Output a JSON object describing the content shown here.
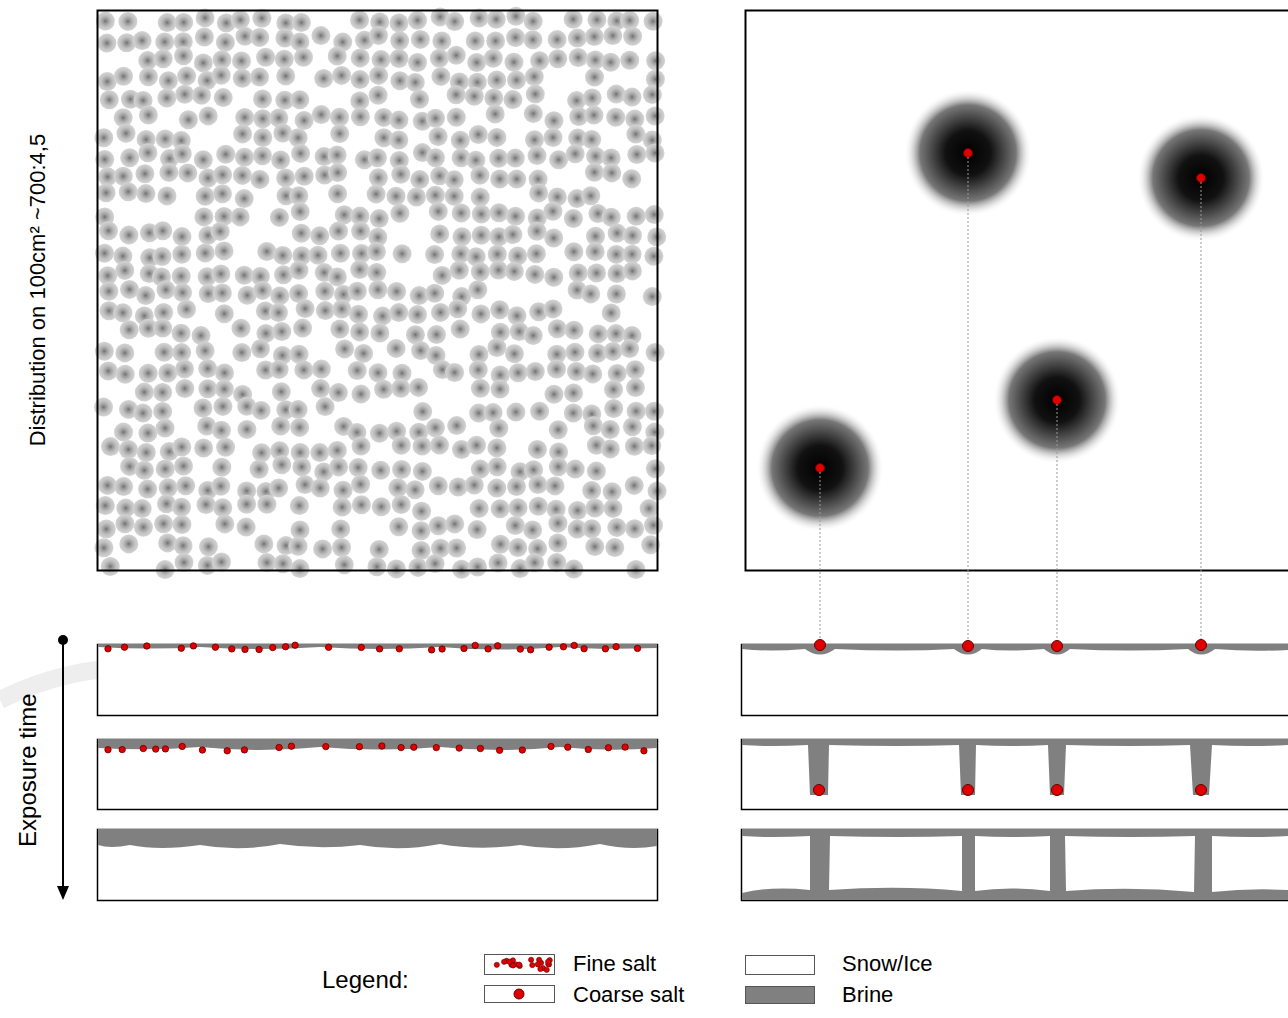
{
  "diagram": {
    "labels": [
      "Distribution on 100cm² ~700:4,5",
      "Exposure time",
      "Legend:"
    ],
    "legend": [
      {
        "text": "Fine salt"
      },
      {
        "text": "Coarse salt"
      },
      {
        "text": "Snow/Ice",
        "color": "#ffffff"
      },
      {
        "text": "Brine",
        "color": "#808080"
      }
    ]
  }
}
